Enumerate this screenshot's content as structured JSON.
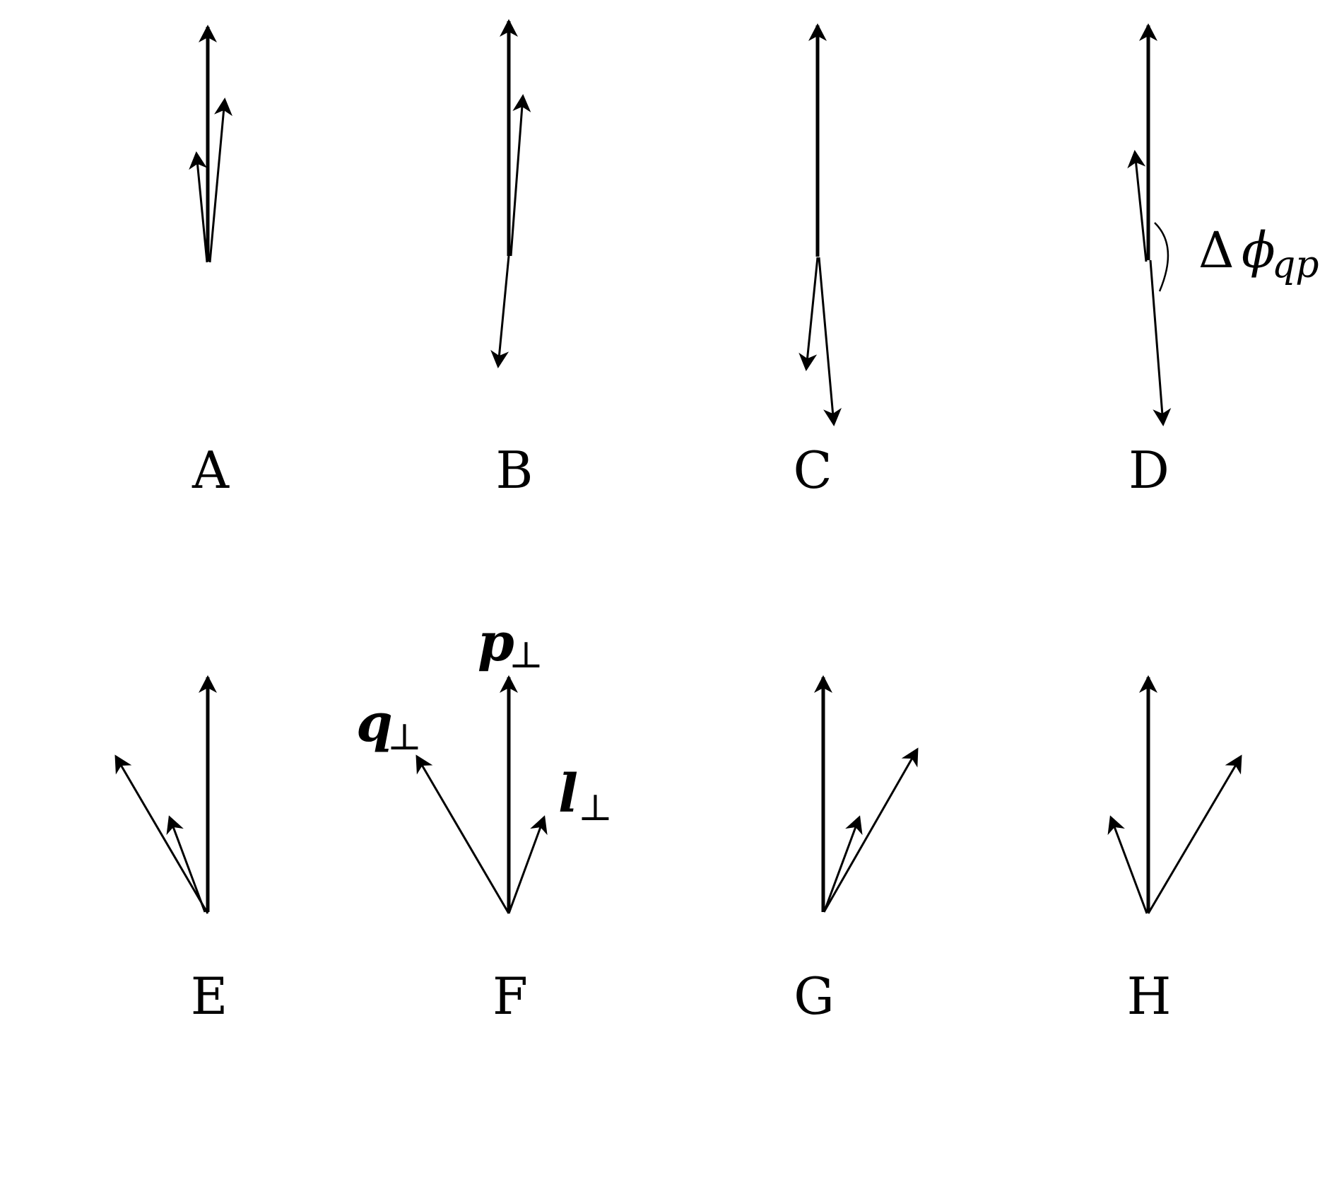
{
  "panels": [
    {
      "id": "A",
      "label": "A"
    },
    {
      "id": "B",
      "label": "B"
    },
    {
      "id": "C",
      "label": "C"
    },
    {
      "id": "D",
      "label": "D"
    },
    {
      "id": "E",
      "label": "E"
    },
    {
      "id": "F",
      "label": "F"
    },
    {
      "id": "G",
      "label": "G"
    },
    {
      "id": "H",
      "label": "H"
    }
  ],
  "vector_labels": {
    "p_main": "p",
    "p_sub": "⊥",
    "q_main": "q",
    "q_sub": "⊥",
    "l_main": "l",
    "l_sub": "⊥"
  },
  "angle_label": {
    "delta": "Δ",
    "phi": "ϕ",
    "sub": "qp"
  },
  "colors": {
    "stroke": "#000000",
    "background": "#ffffff"
  }
}
